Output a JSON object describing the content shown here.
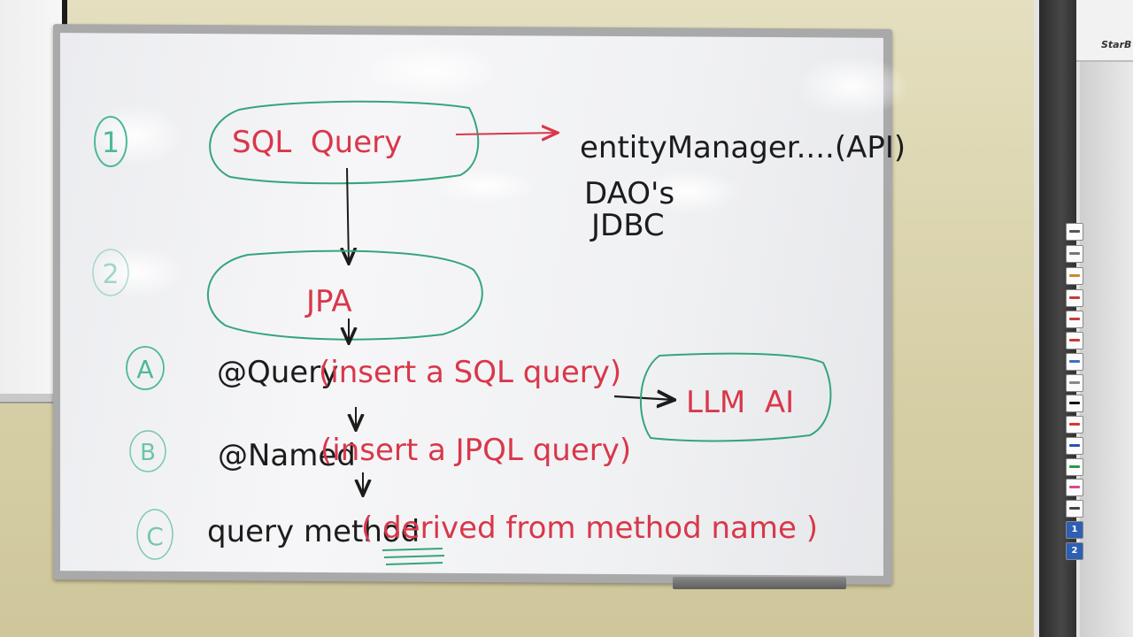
{
  "board": {
    "steps": {
      "one": "1",
      "two": "2",
      "a": "A",
      "b": "B",
      "c": "C"
    },
    "sql_query": "SQL  Query",
    "entity_manager": "entityManager....(API)",
    "daos": "DAO's",
    "jdbc": "JDBC",
    "jpa": "JPA",
    "query_annotation": "@Query",
    "query_annotation_note": "(insert a SQL query)",
    "named_annotation": "@Named",
    "named_annotation_note": "(insert a JPQL query)",
    "query_method": "query method",
    "query_method_note": "( derived from method name )",
    "llm_ai": "LLM  AI"
  },
  "smartboard": {
    "brand": "StarB",
    "page_buttons": [
      "1",
      "2"
    ],
    "tool_icons": [
      "pen-holder-icon",
      "mouse-icon",
      "keyboard-icon",
      "right-click-icon",
      "undo-icon",
      "redo-icon",
      "screen-capture-icon",
      "eraser-icon",
      "black-pen-icon",
      "red-pen-icon",
      "blue-pen-icon",
      "green-pen-icon",
      "pink-pen-icon",
      "layers-icon"
    ]
  },
  "colors": {
    "marker_black": "#1c1c1c",
    "marker_red": "#d9374a",
    "marker_green": "#35a57a",
    "marker_teal": "#4cb89a"
  }
}
